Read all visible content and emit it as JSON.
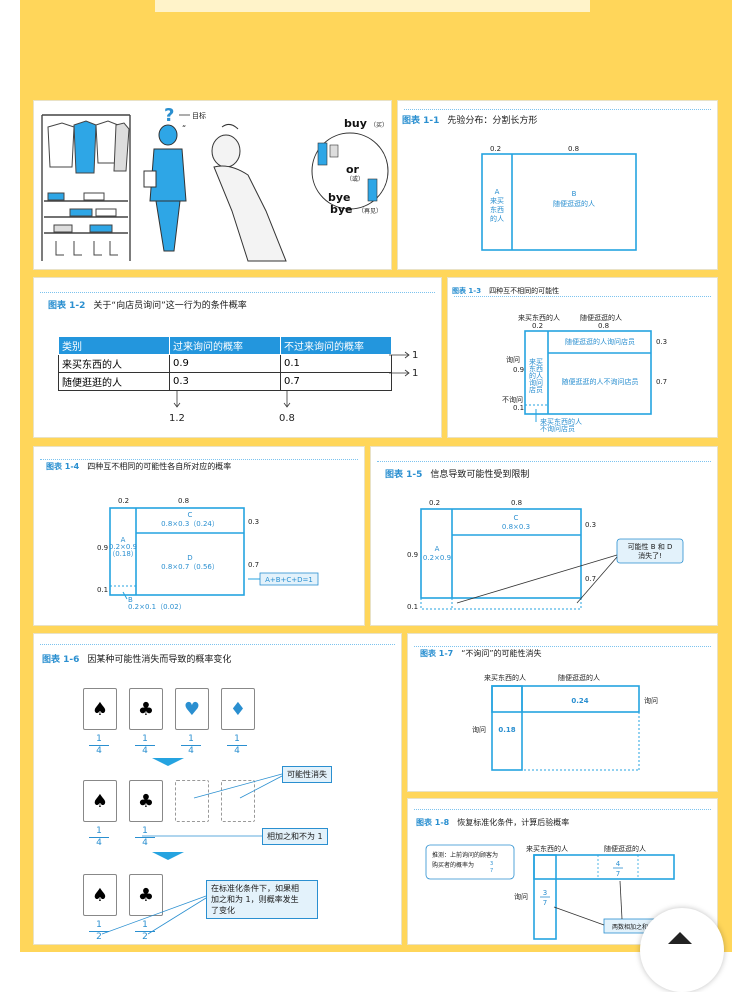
{
  "colors": {
    "page_bg": "#ffd65a",
    "accent": "#25a3e0",
    "title_num": "#2a8fd0"
  },
  "illus": {
    "target_label": "目标",
    "buy": "buy",
    "buy_cn": "（买）",
    "or": "or",
    "or_cn": "（或）",
    "bye1": "bye",
    "bye2": "bye",
    "bye_cn": "（再见）"
  },
  "f11": {
    "num": "图表 1-1",
    "title": "先验分布：分割长方形",
    "top_a": "0.2",
    "top_b": "0.8",
    "a_lines": [
      "A",
      "来买",
      "东西",
      "的人"
    ],
    "b_lines": [
      "B",
      "随便逛逛的人"
    ]
  },
  "f12": {
    "num": "图表 1-2",
    "title": "关于“向店员询问”这一行为的条件概率",
    "headers": [
      "类别",
      "过来询问的概率",
      "不过来询问的概率"
    ],
    "rows": [
      [
        "来买东西的人",
        "0.9",
        "0.1"
      ],
      [
        "随便逛逛的人",
        "0.3",
        "0.7"
      ]
    ],
    "row_sum1": "1",
    "row_sum2": "1",
    "col_sum1": "1.2",
    "col_sum2": "0.8"
  },
  "f13": {
    "num": "图表 1-3",
    "title": "四种互不相同的可能性",
    "h_a": "来买东西的人",
    "h_b": "随便逛逛的人",
    "top_a": "0.2",
    "top_b": "0.8",
    "left_ask": "询问",
    "left_noask": "不询问",
    "v09": "0.9",
    "v01": "0.1",
    "r03": "0.3",
    "r07": "0.7",
    "cell_a": [
      "来买",
      "东西",
      "的人",
      "询问",
      "店员"
    ],
    "cell_c": "随便逛逛的人询问店员",
    "cell_d": "随便逛逛的人不询问店员",
    "bottom": [
      "来买东西的人",
      "不询问店员"
    ]
  },
  "f14": {
    "num": "图表 1-4",
    "title": "四种互不相同的可能性各自所对应的概率",
    "top_a": "0.2",
    "top_b": "0.8",
    "v09": "0.9",
    "v01": "0.1",
    "r03": "0.3",
    "r07": "0.7",
    "a": [
      "A",
      "0.2×0.9",
      "（0.18）"
    ],
    "c": [
      "C",
      "0.8×0.3（0.24）"
    ],
    "d": [
      "D",
      "0.8×0.7（0.56）"
    ],
    "b": [
      "B",
      "0.2×0.1（0.02）"
    ],
    "sum": "A+B+C+D=1"
  },
  "f15": {
    "num": "图表 1-5",
    "title": "信息导致可能性受到限制",
    "top_a": "0.2",
    "top_b": "0.8",
    "v09": "0.9",
    "v01": "0.1",
    "r03": "0.3",
    "r07": "0.7",
    "a": [
      "A",
      "0.2×0.9"
    ],
    "c": [
      "C",
      "0.8×0.3"
    ],
    "note": [
      "可能性 B 和 D",
      "消失了!"
    ]
  },
  "f16": {
    "num": "图表 1-6",
    "title": "因某种可能性消失而导致的概率变化",
    "suits": [
      "♠",
      "♣",
      "♥",
      "♦"
    ],
    "num1": "1",
    "den4": "4",
    "den2": "2",
    "lost": "可能性消失",
    "sum_not_one": "相加之和不为 1",
    "normalize": [
      "在标准化条件下，如果相",
      "加之和为 1，则概率发生",
      "了变化"
    ]
  },
  "f17": {
    "num": "图表 1-7",
    "title": "“不询问”的可能性消失",
    "h_a": "来买东西的人",
    "h_b": "随便逛逛的人",
    "ask_r": "询问",
    "ask_l": "询问",
    "v024": "0.24",
    "v018": "0.18"
  },
  "f18": {
    "num": "图表 1-8",
    "title": "恢复标准化条件，计算后验概率",
    "h_a": "来买东西的人",
    "h_b": "随便逛逛的人",
    "ask": "询问",
    "note": [
      "推测：上前询问的顾客为",
      "购买者的概率为"
    ],
    "frac_n": "3",
    "frac_d": "7",
    "f4n": "4",
    "f4d": "7",
    "f3n": "3",
    "f3d": "7",
    "sum": "两数相加之和"
  }
}
